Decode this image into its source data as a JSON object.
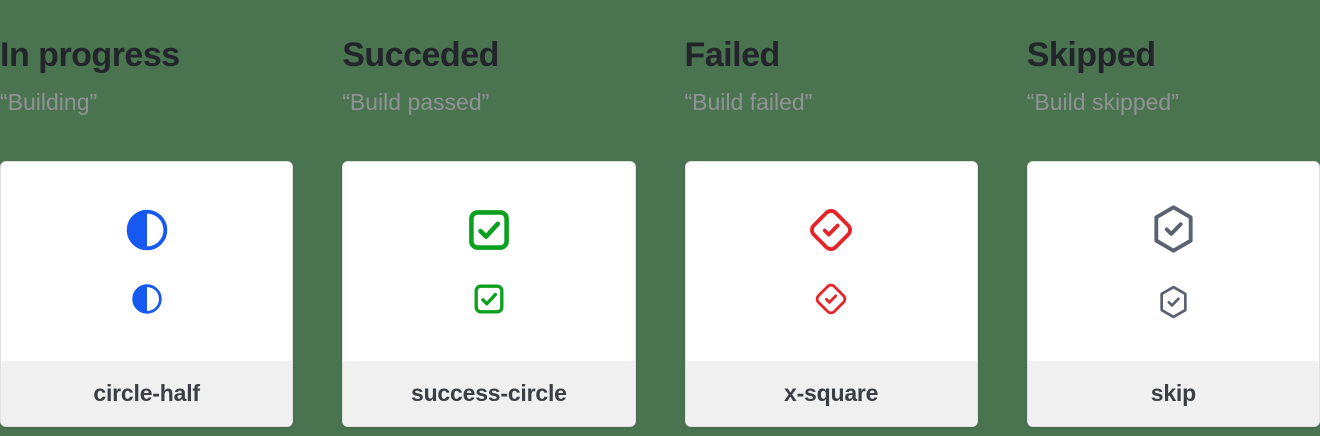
{
  "page": {
    "background_color": "#4A7350",
    "card_background": "#FFFFFF",
    "card_footer_background": "#F0F0F1"
  },
  "columns": [
    {
      "title": "In progress",
      "subtitle": "“Building”",
      "icon": "circle-half-icon",
      "icon_color": "#1659F1",
      "label": "circle-half"
    },
    {
      "title": "Succeded",
      "subtitle": "“Build passed”",
      "icon": "success-circle-icon",
      "icon_color": "#0BA01E",
      "label": "success-circle"
    },
    {
      "title": "Failed",
      "subtitle": "“Build failed”",
      "icon": "x-square-icon",
      "icon_color": "#E52429",
      "label": "x-square"
    },
    {
      "title": "Skipped",
      "subtitle": "“Build skipped”",
      "icon": "skip-icon",
      "icon_color": "#5A6170",
      "label": "skip"
    }
  ]
}
